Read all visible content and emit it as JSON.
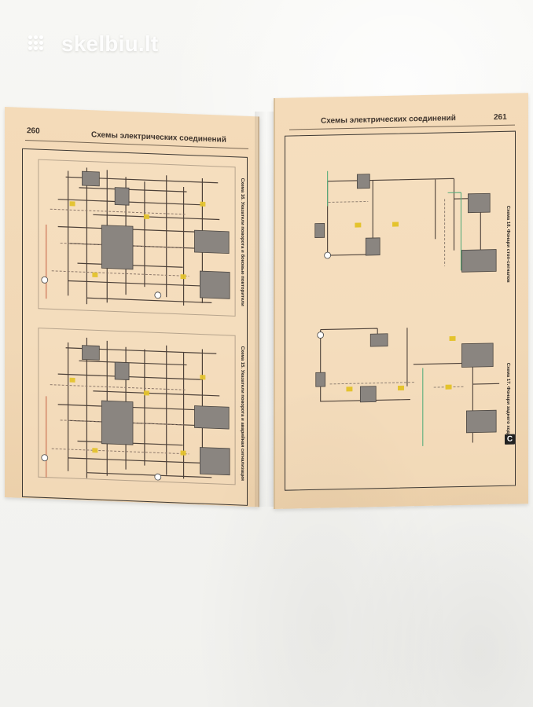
{
  "watermark": {
    "brand": "skelbiu.lt"
  },
  "book": {
    "left_page": {
      "number": "260",
      "title": "Схемы электрических соединений",
      "captions": [
        "Схема 15. Указатели поворота и аварийная сигнализация",
        "Схема 16. Указатели поворота и боковые повторители"
      ]
    },
    "right_page": {
      "number": "261",
      "title": "Схемы электрических соединений",
      "captions": [
        "Схема 17. Фонари заднего хода",
        "Схема 18. Фонари стоп-сигналов"
      ],
      "section_tab": "C"
    }
  },
  "colors": {
    "paper": "#f2d8b5",
    "ink": "#3e342d",
    "wire_green": "#59ad7d",
    "wire_red": "#c96a4c",
    "highlight_yellow": "#e4c32d"
  },
  "icons": [
    "watermark-dots-icon",
    "section-c-tab-icon"
  ]
}
